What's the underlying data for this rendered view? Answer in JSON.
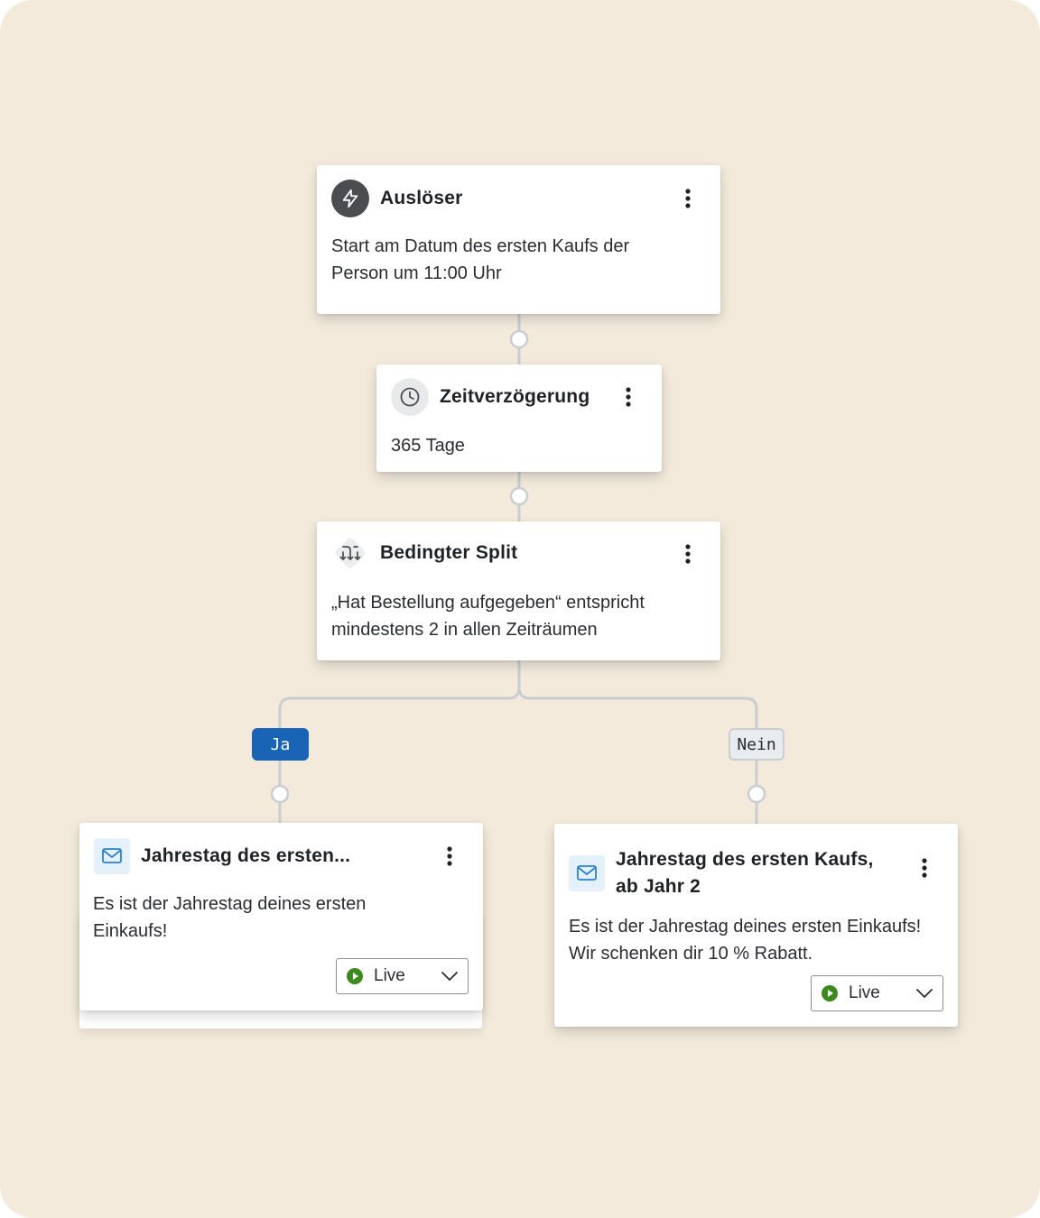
{
  "colors": {
    "background": "#f3eadb",
    "yes_badge": "#1a64b5",
    "no_badge": "#e9ecef",
    "connector": "#c9cdd2",
    "live_status": "#3a8a1e",
    "mail_icon": "#2b80d1"
  },
  "nodes": {
    "trigger": {
      "icon": "lightning-icon",
      "title": "Auslöser",
      "description": "Start am Datum des ersten Kaufs der Person um 11:00 Uhr"
    },
    "delay": {
      "icon": "clock-icon",
      "title": "Zeitverzögerung",
      "description": "365 Tage"
    },
    "split": {
      "icon": "split-icon",
      "title": "Bedingter Split",
      "description": "„Hat Bestellung aufgegeben“ entspricht mindestens 2 in allen Zeiträumen"
    }
  },
  "branches": {
    "yes": {
      "label": "Ja",
      "email": {
        "icon": "mail-icon",
        "title": "Jahrestag des ersten...",
        "description": "Es ist der Jahrestag deines ersten Einkaufs!",
        "status": "Live"
      }
    },
    "no": {
      "label": "Nein",
      "email": {
        "icon": "mail-icon",
        "title": "Jahrestag des ersten Kaufs, ab Jahr 2",
        "description": "Es ist der Jahrestag deines ersten Einkaufs! Wir schenken dir 10 % Rabatt.",
        "status": "Live"
      }
    }
  }
}
